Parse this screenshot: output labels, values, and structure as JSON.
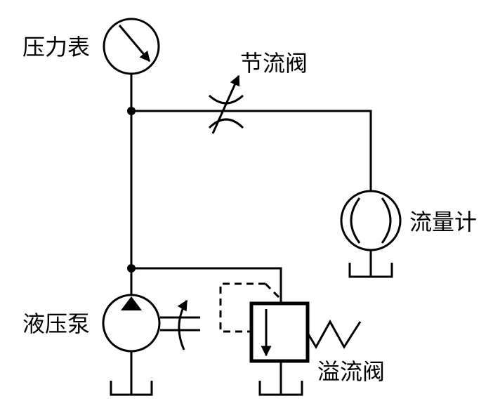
{
  "labels": {
    "pressure_gauge": "压力表",
    "throttle_valve": "节流阀",
    "flow_meter": "流量计",
    "hydraulic_pump": "液压泵",
    "relief_valve": "溢流阀"
  },
  "colors": {
    "stroke": "#000000",
    "background": "#ffffff"
  }
}
